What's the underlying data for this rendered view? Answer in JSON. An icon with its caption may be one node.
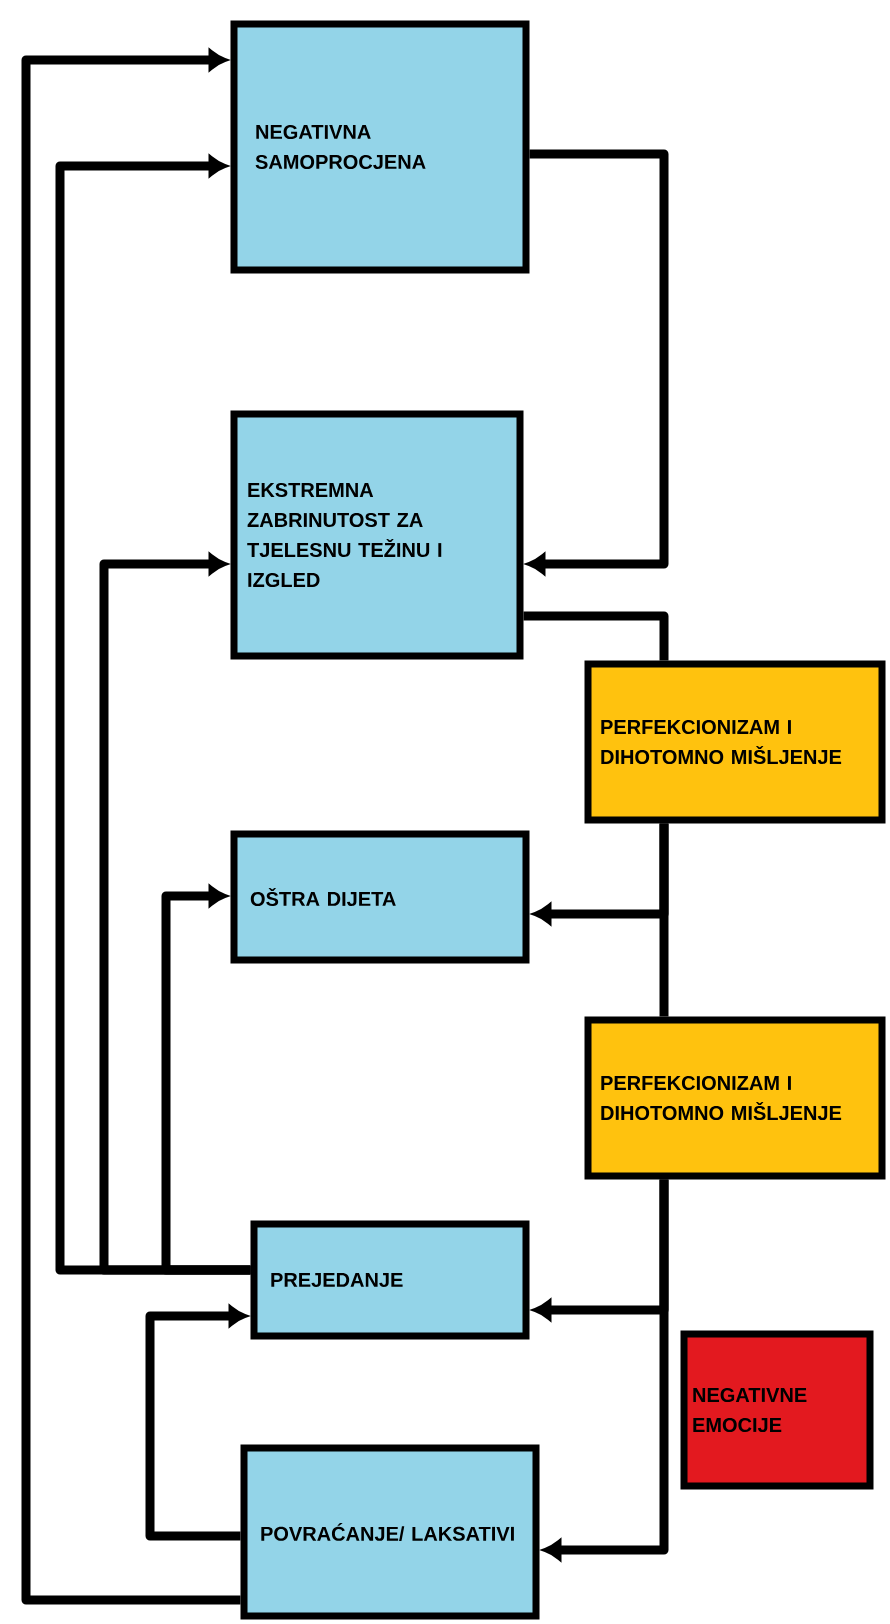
{
  "diagram": {
    "nodes": [
      {
        "text": [
          "NEGATIVNA SAMOPROCJENA"
        ]
      },
      {
        "text": [
          "EKSTREMNA ZABRINUTOST ZA TJELESNU TEŽINU I IZGLED"
        ]
      },
      {
        "text": [
          "PERFEKCIONIZAM I DIHOTOMNO MIŠLJENJE"
        ]
      },
      {
        "text": [
          "OŠTRA DIJETA"
        ]
      },
      {
        "text": [
          "PERFEKCIONIZAM I DIHOTOMNO MIŠLJENJE"
        ]
      },
      {
        "text": [
          "PREJEDANJE"
        ]
      },
      {
        "text": [
          "NEGATIVNE EMOCIJE"
        ]
      },
      {
        "text": [
          "POVRAĆANJE/ LAKSATIVI"
        ]
      }
    ],
    "edges": [
      {
        "from": 0,
        "to": 1,
        "arrow": "to"
      },
      {
        "from": 1,
        "to": 2,
        "arrow": "none"
      },
      {
        "from": 2,
        "to": 3,
        "arrow": "to"
      },
      {
        "from": 2,
        "to": 4,
        "arrow": "none"
      },
      {
        "from": 4,
        "to": 5,
        "arrow": "to"
      },
      {
        "from": 4,
        "to": 7,
        "arrow": "to"
      },
      {
        "from": 7,
        "to": 0,
        "arrow": "to"
      },
      {
        "from": 5,
        "to": 0,
        "arrow": "to"
      },
      {
        "from": 5,
        "to": 1,
        "arrow": "to"
      },
      {
        "from": 5,
        "to": 3,
        "arrow": "to"
      },
      {
        "from": 7,
        "to": 5,
        "arrow": "to"
      }
    ]
  }
}
